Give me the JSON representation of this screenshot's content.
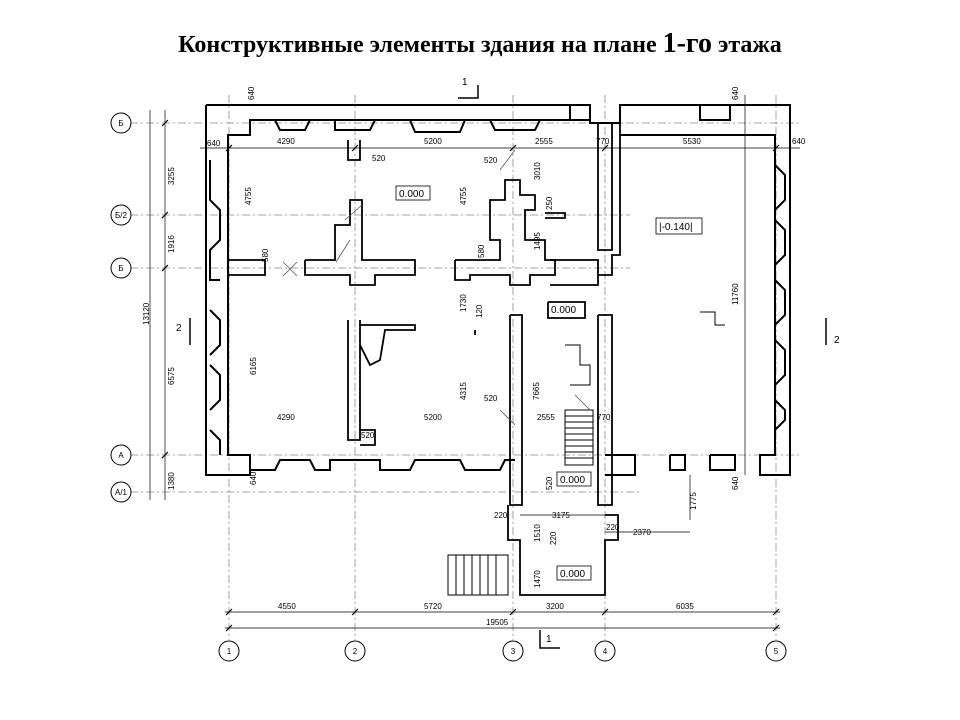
{
  "title": {
    "text": "Конструктивные элементы здания на плане ",
    "floor": "1-го",
    "suffix": " этажа"
  },
  "axes": {
    "rows": [
      "Б",
      "Б/2",
      "Б",
      "А",
      "А/1"
    ],
    "cols": [
      "1",
      "2",
      "3",
      "4",
      "5"
    ]
  },
  "section_marks": {
    "s1": "1",
    "s2": "2"
  },
  "levels": {
    "l1": "0.000",
    "l2": "|-0.140|",
    "l3": "0.000",
    "l4": "0.000",
    "l5": "0.000"
  },
  "dims": {
    "top": [
      "640",
      "640",
      "4290",
      "5200",
      "2555",
      "770",
      "5530",
      "640"
    ],
    "left": [
      "3255",
      "1916",
      "13120",
      "6575",
      "1380",
      "640"
    ],
    "bottom": [
      "4550",
      "5720",
      "3200",
      "6035",
      "19505"
    ],
    "inner": [
      "520",
      "520",
      "3010",
      "4755",
      "4755",
      "250",
      "580",
      "580",
      "1495",
      "1730",
      "120",
      "6165",
      "4315",
      "7665",
      "520",
      "4290",
      "5200",
      "2555",
      "770",
      "520",
      "520",
      "11760",
      "220",
      "3175",
      "1510",
      "220",
      "220",
      "2370",
      "1470",
      "1775",
      "640"
    ]
  },
  "colors": {
    "line": "#000000",
    "thin": "#555555",
    "grid": "#8a8a8a"
  }
}
